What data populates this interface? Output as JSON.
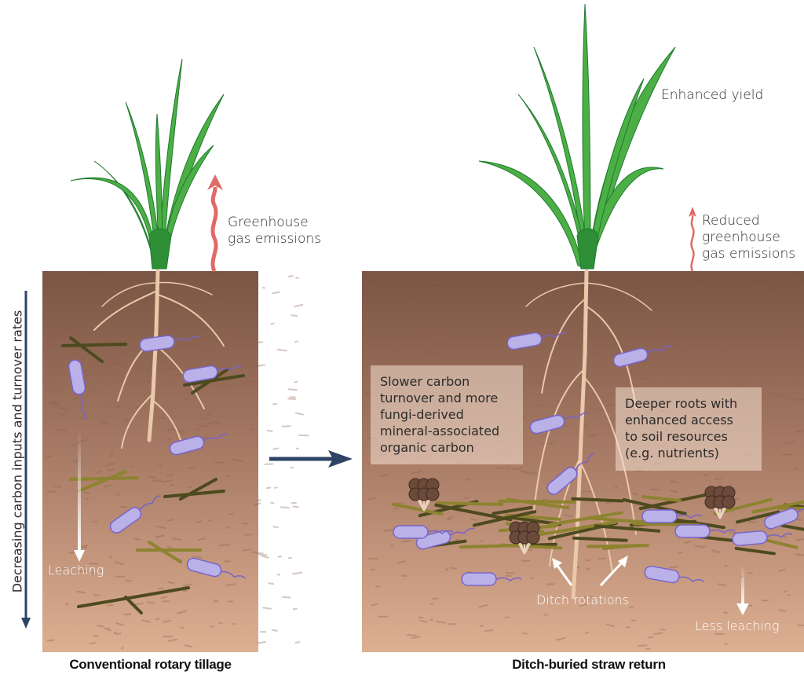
{
  "panels": {
    "left": {
      "caption": "Conventional rotary tillage",
      "emission_label": "Greenhouse\ngas emissions",
      "leaching_label": "Leaching"
    },
    "right": {
      "caption": "Ditch-buried straw return",
      "yield_label": "Enhanced yield",
      "emission_label": "Reduced\ngreenhouse\ngas emissions",
      "carbon_box": "Slower carbon\nturnover and more\nfungi-derived\nmineral-associated\norganic carbon",
      "roots_box": "Deeper roots with\nenhanced access\nto soil resources\n(e.g. nutrients)",
      "ditch_label": "Ditch rotations",
      "leaching_label": "Less leaching"
    }
  },
  "side_axis": {
    "label": "Decreasing carbon inputs and turnover rates"
  },
  "colors": {
    "soil_top": "#7d5645",
    "soil_bottom": "#dcae91",
    "plant_green": "#4caf45",
    "plant_dark": "#1f7a2e",
    "emission_arrow": "#e06a66",
    "axis_arrow": "#2e4466",
    "bacteria": "#b9b1e8",
    "bacteria_outline": "#7a63c9",
    "straw_dark": "#4d4a1e",
    "straw_olive": "#8d8330",
    "root": "#e9c9a9",
    "fungi": "#6b4a3a"
  }
}
